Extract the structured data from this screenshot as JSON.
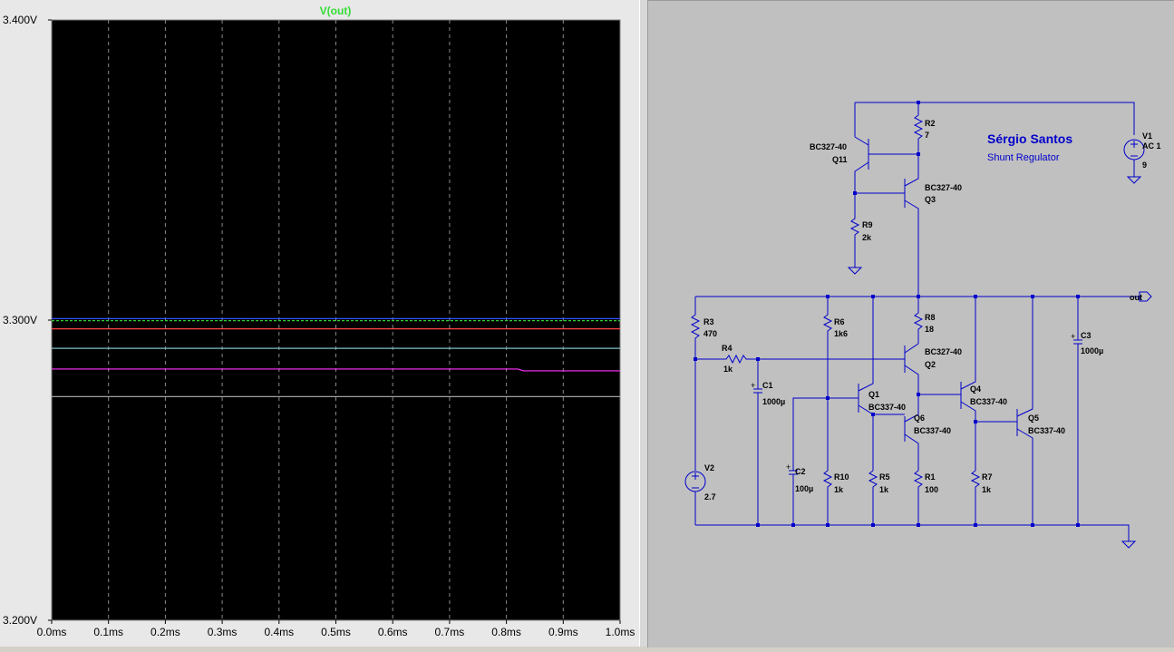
{
  "plot": {
    "trace_title": "V(out)",
    "trace_title_color": "#33dd33",
    "background": "#000000",
    "chart_data": {
      "type": "line",
      "title": "V(out)",
      "xlabel": "",
      "ylabel": "",
      "xlim": [
        0,
        1.0
      ],
      "ylim": [
        3.2,
        3.4
      ],
      "y_ticks": [
        {
          "value": 3.4,
          "label": "3.400V"
        },
        {
          "value": 3.3,
          "label": "3.300V"
        },
        {
          "value": 3.2,
          "label": "3.200V"
        }
      ],
      "x_ticks": [
        {
          "value": 0.0,
          "label": "0.0ms"
        },
        {
          "value": 0.1,
          "label": "0.1ms"
        },
        {
          "value": 0.2,
          "label": "0.2ms"
        },
        {
          "value": 0.3,
          "label": "0.3ms"
        },
        {
          "value": 0.4,
          "label": "0.4ms"
        },
        {
          "value": 0.5,
          "label": "0.5ms"
        },
        {
          "value": 0.6,
          "label": "0.6ms"
        },
        {
          "value": 0.7,
          "label": "0.7ms"
        },
        {
          "value": 0.8,
          "label": "0.8ms"
        },
        {
          "value": 0.9,
          "label": "0.9ms"
        },
        {
          "value": 1.0,
          "label": "1.0ms"
        }
      ],
      "grid": true,
      "series": [
        {
          "color": "#3355ff",
          "dashed": false,
          "points": [
            [
              0,
              3.3005
            ],
            [
              1.0,
              3.3005
            ]
          ]
        },
        {
          "color": "#33cc33",
          "dashed": true,
          "points": [
            [
              0,
              3.2998
            ],
            [
              1.0,
              3.2998
            ]
          ]
        },
        {
          "color": "#ff4444",
          "dashed": false,
          "points": [
            [
              0,
              3.2971
            ],
            [
              1.0,
              3.2971
            ]
          ]
        },
        {
          "color": "#7fbfbf",
          "dashed": false,
          "points": [
            [
              0,
              3.2906
            ],
            [
              1.0,
              3.2906
            ]
          ]
        },
        {
          "color": "#ff33ff",
          "dashed": false,
          "points": [
            [
              0,
              3.2837
            ],
            [
              0.82,
              3.2837
            ],
            [
              0.83,
              3.2831
            ],
            [
              1.0,
              3.2831
            ]
          ]
        },
        {
          "color": "#a0a0a0",
          "dashed": false,
          "points": [
            [
              0,
              3.2745
            ],
            [
              1.0,
              3.2745
            ]
          ]
        }
      ]
    }
  },
  "schematic": {
    "author": "Sérgio Santos",
    "subtitle": "Shunt Regulator",
    "net_label": "out",
    "components": {
      "R2": {
        "name": "R2",
        "value": "7"
      },
      "Q11": {
        "name": "Q11",
        "model": "BC327-40"
      },
      "Q3": {
        "name": "Q3",
        "model": "BC327-40"
      },
      "R9": {
        "name": "R9",
        "value": "2k"
      },
      "V1": {
        "name": "V1",
        "value": "AC 1",
        "dc": "9"
      },
      "R3": {
        "name": "R3",
        "value": "470"
      },
      "R4": {
        "name": "R4",
        "value": "1k"
      },
      "R6": {
        "name": "R6",
        "value": "1k6"
      },
      "R8": {
        "name": "R8",
        "value": "18"
      },
      "Q2": {
        "name": "Q2",
        "model": "BC327-40"
      },
      "C1": {
        "name": "C1",
        "value": "1000µ"
      },
      "Q1": {
        "name": "Q1",
        "model": "BC337-40"
      },
      "Q6": {
        "name": "Q6",
        "model": "BC337-40"
      },
      "Q4": {
        "name": "Q4",
        "model": "BC337-40"
      },
      "Q5": {
        "name": "Q5",
        "model": "BC337-40"
      },
      "C3": {
        "name": "C3",
        "value": "1000µ"
      },
      "V2": {
        "name": "V2",
        "value": "2.7"
      },
      "C2": {
        "name": "C2",
        "value": "100µ"
      },
      "R10": {
        "name": "R10",
        "value": "1k"
      },
      "R5": {
        "name": "R5",
        "value": "1k"
      },
      "R1": {
        "name": "R1",
        "value": "100"
      },
      "R7": {
        "name": "R7",
        "value": "1k"
      }
    }
  }
}
